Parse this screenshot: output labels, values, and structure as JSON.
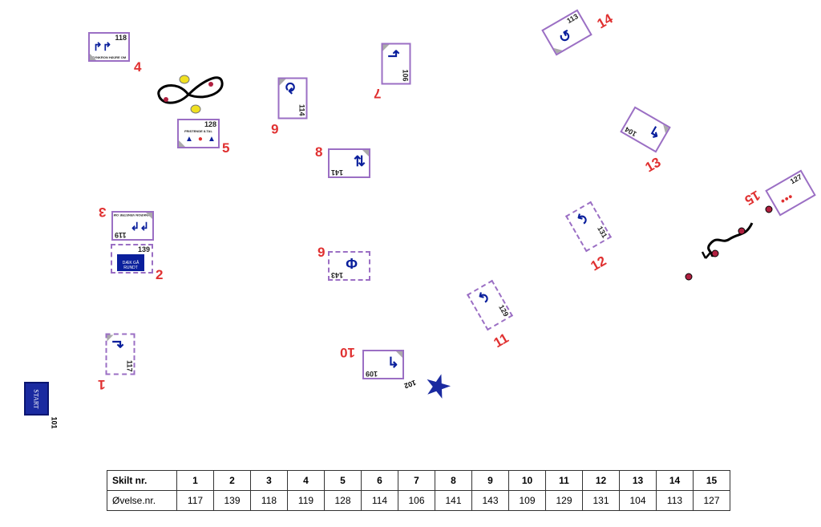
{
  "signs": [
    {
      "sign": "1",
      "exercise": "117"
    },
    {
      "sign": "2",
      "exercise": "139",
      "text": "DÆK GÅ RUNDT"
    },
    {
      "sign": "3",
      "exercise": "119",
      "text": "SYNKRON VENSTRE OM"
    },
    {
      "sign": "4",
      "exercise": "118",
      "text": "SYNKRON HØJRE OM"
    },
    {
      "sign": "5",
      "exercise": "128",
      "text": "FRISTENDE 8-TAL"
    },
    {
      "sign": "6",
      "exercise": "114"
    },
    {
      "sign": "7",
      "exercise": "106"
    },
    {
      "sign": "8",
      "exercise": "141"
    },
    {
      "sign": "9",
      "exercise": "143"
    },
    {
      "sign": "10",
      "exercise": "109"
    },
    {
      "sign": "11",
      "exercise": "129"
    },
    {
      "sign": "12",
      "exercise": "131"
    },
    {
      "sign": "13",
      "exercise": "104"
    },
    {
      "sign": "14",
      "exercise": "113"
    },
    {
      "sign": "15",
      "exercise": "127"
    }
  ],
  "start": {
    "label": "START",
    "exercise": "101"
  },
  "finish": {
    "exercise": "102"
  },
  "table": {
    "row1_header": "Skilt nr.",
    "row2_header": "Øvelse.nr.",
    "signs": [
      "1",
      "2",
      "3",
      "4",
      "5",
      "6",
      "7",
      "8",
      "9",
      "10",
      "11",
      "12",
      "13",
      "14",
      "15"
    ],
    "exercises": [
      "117",
      "139",
      "118",
      "119",
      "128",
      "114",
      "106",
      "141",
      "143",
      "109",
      "129",
      "131",
      "104",
      "113",
      "127"
    ]
  },
  "colors": {
    "sign_border": "#9b6fc4",
    "number": "#e03030",
    "icon": "#0a1f9c"
  }
}
